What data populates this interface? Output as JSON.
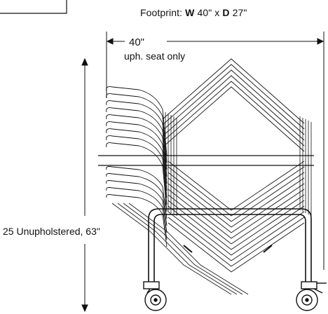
{
  "footprint": {
    "prefix": "Footprint: ",
    "w_letter": "W",
    "w_value": " 40\" x ",
    "d_letter": "D",
    "d_value": " 27\""
  },
  "dimensions": {
    "width_label": "40\"",
    "width_note": "uph. seat only",
    "height_label": "25 Unupholstered, 63\""
  },
  "colors": {
    "line": "#111111",
    "background": "#ffffff"
  }
}
